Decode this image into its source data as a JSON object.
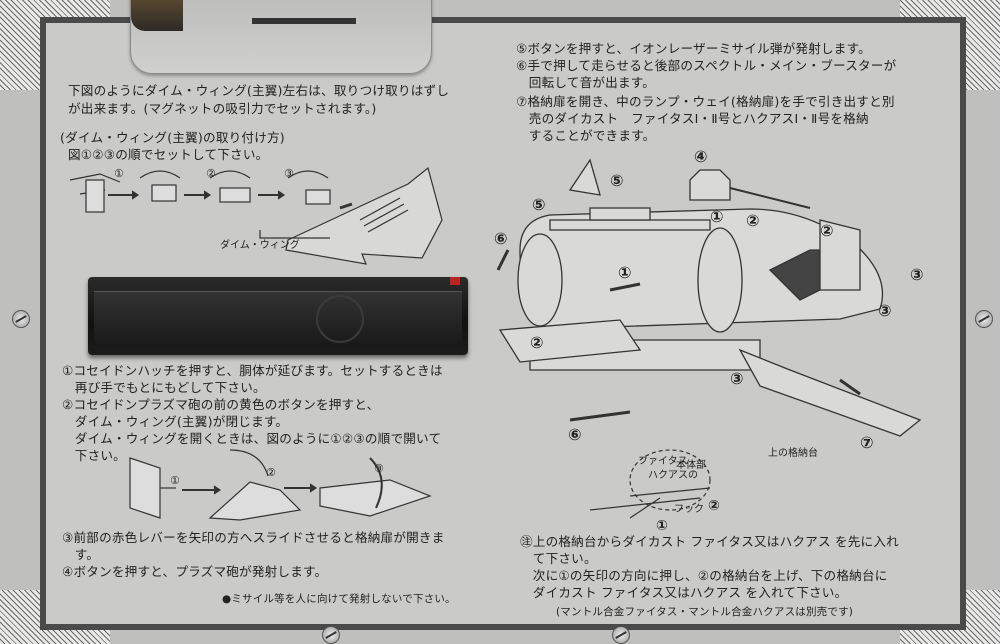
{
  "left": {
    "intro": [
      "下図のようにダイム・ウィング(主翼)左右は、取りつけ取りはずし",
      "が出来ます。(マグネットの吸引力でセットされます。)"
    ],
    "howto_title": "(ダイム・ウィング(主翼)の取り付け方)",
    "howto_text": "図①②③の順でセットして下さい。",
    "wing_label": "ダイム・ウィング",
    "step_labels": [
      "①",
      "②",
      "③"
    ],
    "instructions": [
      "①コセイドンハッチを押すと、胴体が延びます。セットするときは",
      "　再び手でもとにもどして下さい。",
      "②コセイドンプラズマ砲の前の黄色のボタンを押すと、",
      "　ダイム・ウィング(主翼)が閉じます。",
      "　ダイム・ウィングを開くときは、図のように①②③の順で開いて",
      "　下さい。"
    ],
    "instructions2": [
      "③前部の赤色レバーを矢印の方へスライドさせると格納扉が開きま",
      "　す。",
      "④ボタンを押すと、プラズマ砲が発射します。"
    ],
    "warning": "●ミサイル等を人に向けて発射しないで下さい。"
  },
  "right": {
    "instructions": [
      "⑤ボタンを押すと、イオンレーザーミサイル弾が発射します。",
      "⑥手で押して走らせると後部のスペクトル・メイン・ブースターが",
      "　回転して音が出ます。"
    ],
    "instructions7": [
      "⑦格納扉を開き、中のランプ・ウェイ(格納扉)を手で引き出すと別",
      "　売のダイカスト　ファイタスⅠ・Ⅱ号とハクアスⅠ・Ⅱ号を格納",
      "　することができます。"
    ],
    "diagram_labels": [
      "④",
      "⑤",
      "⑤",
      "①",
      "②",
      "②",
      "⑥",
      "①",
      "③",
      "③",
      "②",
      "③",
      "⑥",
      "⑦"
    ],
    "upper_bay": "上の格納台",
    "body_label": [
      "ファイタス",
      "ハクアスの",
      "本体部"
    ],
    "hook": "フック",
    "hook_steps": [
      "②",
      "①"
    ],
    "note": [
      "㊟上の格納台からダイカスト ファイタス又はハクアス を先に入れ",
      "　て下さい。",
      "　次に①の矢印の方向に押し、②の格納台を上げ、下の格納台に",
      "　ダイカスト ファイタス又はハクアス を入れて下さい。"
    ],
    "footnote": "(マントル合金ファイタス・マントル合金ハクアスは別売です)"
  }
}
